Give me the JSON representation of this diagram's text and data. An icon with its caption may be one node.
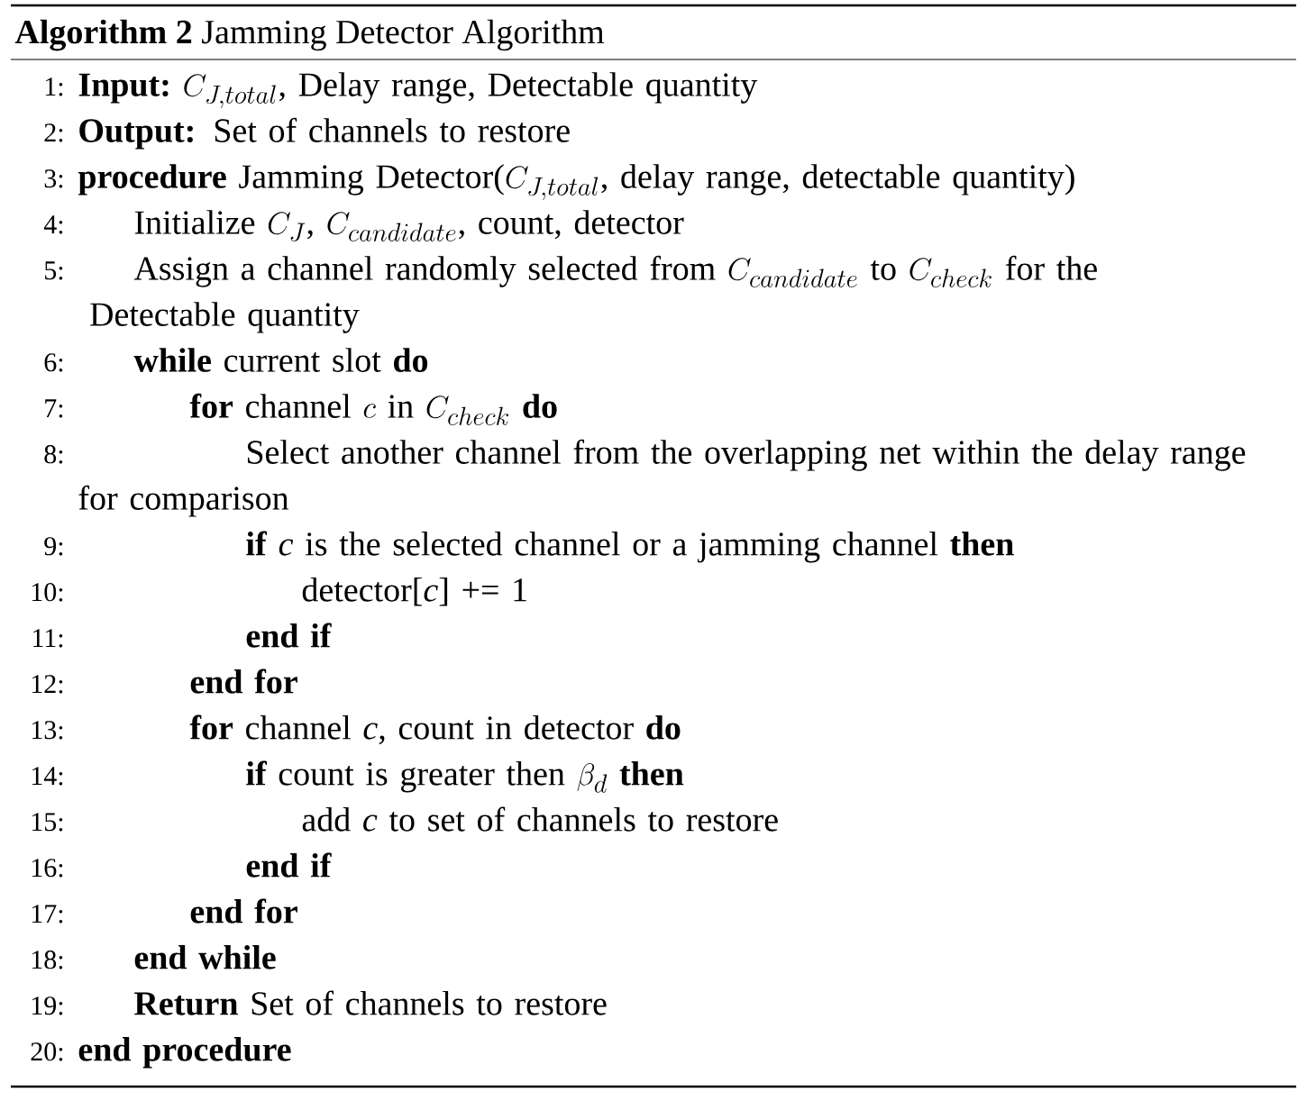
{
  "diagram": {
    "title": "**Algorithm 2** Jamming Detector Algorithm",
    "labels": [
      "1:",
      "\\textbf{Input:}\\ C_{J,total}\\text{, Delay range, Detectable quantity}",
      "2:",
      "**Output:** Set of channels to restore",
      "3:",
      "\\textbf{procedure}\\text{ Jamming Detector(}C_{J,total}\\text{, delay range,}\\allowbreak\\text{ detectable quantity)}",
      "4:",
      "\\text{Initialize }C_{J}\\text{, }C_{candidate}\\text{, count, detector}",
      "5:",
      "\\text{Assign a channel randomly selected from }C_{candidate}\\text{ to }C_{check}\\text{ for the}\\allowbreak\\text{ Detectable quantity}",
      "6:",
      "**while** current slot **do**",
      "7:",
      "\\textbf{for}\\text{ channel }c\\text{ in }C_{check}\\ \\textbf{do}",
      "8:",
      "Select another channel from the overlapping net within the delay range for comparison",
      "9:",
      "**if** *c* is the selected channel or a jamming channel **then**",
      "10:",
      "detector[*c*] += 1",
      "11:",
      "**end if**",
      "12:",
      "**end for**",
      "13:",
      "**for** channel *c*, count in detector **do**",
      "14:",
      "\\textbf{if}\\text{ count is greater then }\\beta_{d}\\ \\textbf{then}",
      "15:",
      "add *c* to set of channels to restore",
      "16:",
      "**end if**",
      "17:",
      "**end for**",
      "18:",
      "**end while**",
      "19:",
      "**Return** Set of channels to restore",
      "20:",
      "**end procedure**"
    ]
  }
}
